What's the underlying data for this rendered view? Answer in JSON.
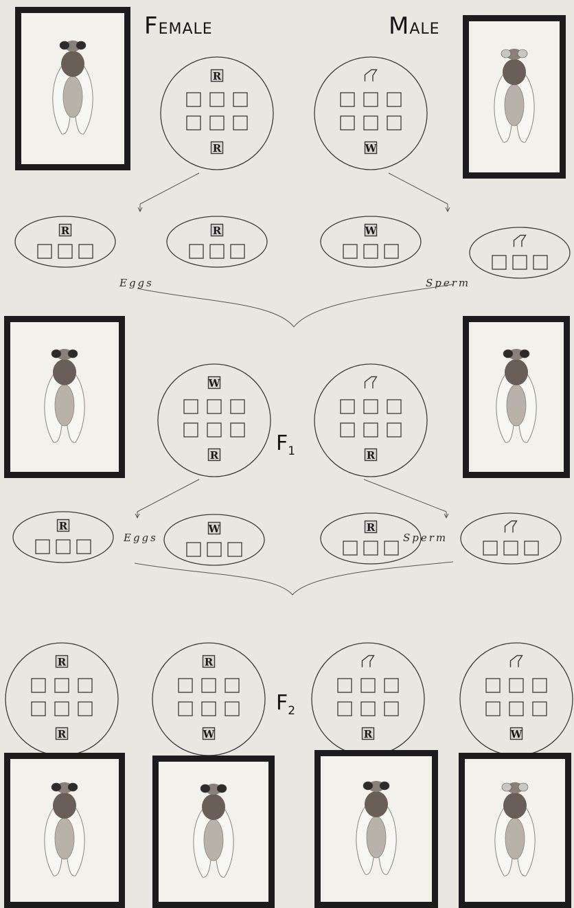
{
  "headings": {
    "female": "Female",
    "male": "Male"
  },
  "generations": {
    "f1": "F",
    "f1_sub": "1",
    "f2": "F",
    "f2_sub": "2"
  },
  "gamete_labels": {
    "eggs_1": "Eggs",
    "sperm_1": "Sperm",
    "eggs_2": "Eggs",
    "sperm_2": "Sperm"
  },
  "colors": {
    "background": "#e9e7e1",
    "ink": "#3a3a3a",
    "frame": "#1c1c1c",
    "photo": "#f2f1ec",
    "red_eye": "#2e2a2a",
    "white_eye": "#c8c6c0",
    "body": "#6a5e58"
  },
  "parents": {
    "female": {
      "top": "R",
      "bottom": "R",
      "eye": "red"
    },
    "male": {
      "top": "Y",
      "bottom": "W",
      "eye": "white"
    }
  },
  "p_gametes": [
    {
      "type": "egg",
      "label": "R"
    },
    {
      "type": "egg",
      "label": "R"
    },
    {
      "type": "sperm",
      "label": "W"
    },
    {
      "type": "sperm",
      "label": "Y"
    }
  ],
  "f1": {
    "female": {
      "top": "W",
      "bottom": "R",
      "eye": "red"
    },
    "male": {
      "top": "Y",
      "bottom": "R",
      "eye": "red"
    }
  },
  "f1_gametes": [
    {
      "type": "egg",
      "label": "R"
    },
    {
      "type": "egg",
      "label": "W"
    },
    {
      "type": "sperm",
      "label": "R"
    },
    {
      "type": "sperm",
      "label": "Y"
    }
  ],
  "f2": [
    {
      "top": "R",
      "bottom": "R",
      "eye": "red"
    },
    {
      "top": "R",
      "bottom": "W",
      "eye": "red"
    },
    {
      "top": "Y",
      "bottom": "R",
      "eye": "red"
    },
    {
      "top": "Y",
      "bottom": "W",
      "eye": "white"
    }
  ]
}
